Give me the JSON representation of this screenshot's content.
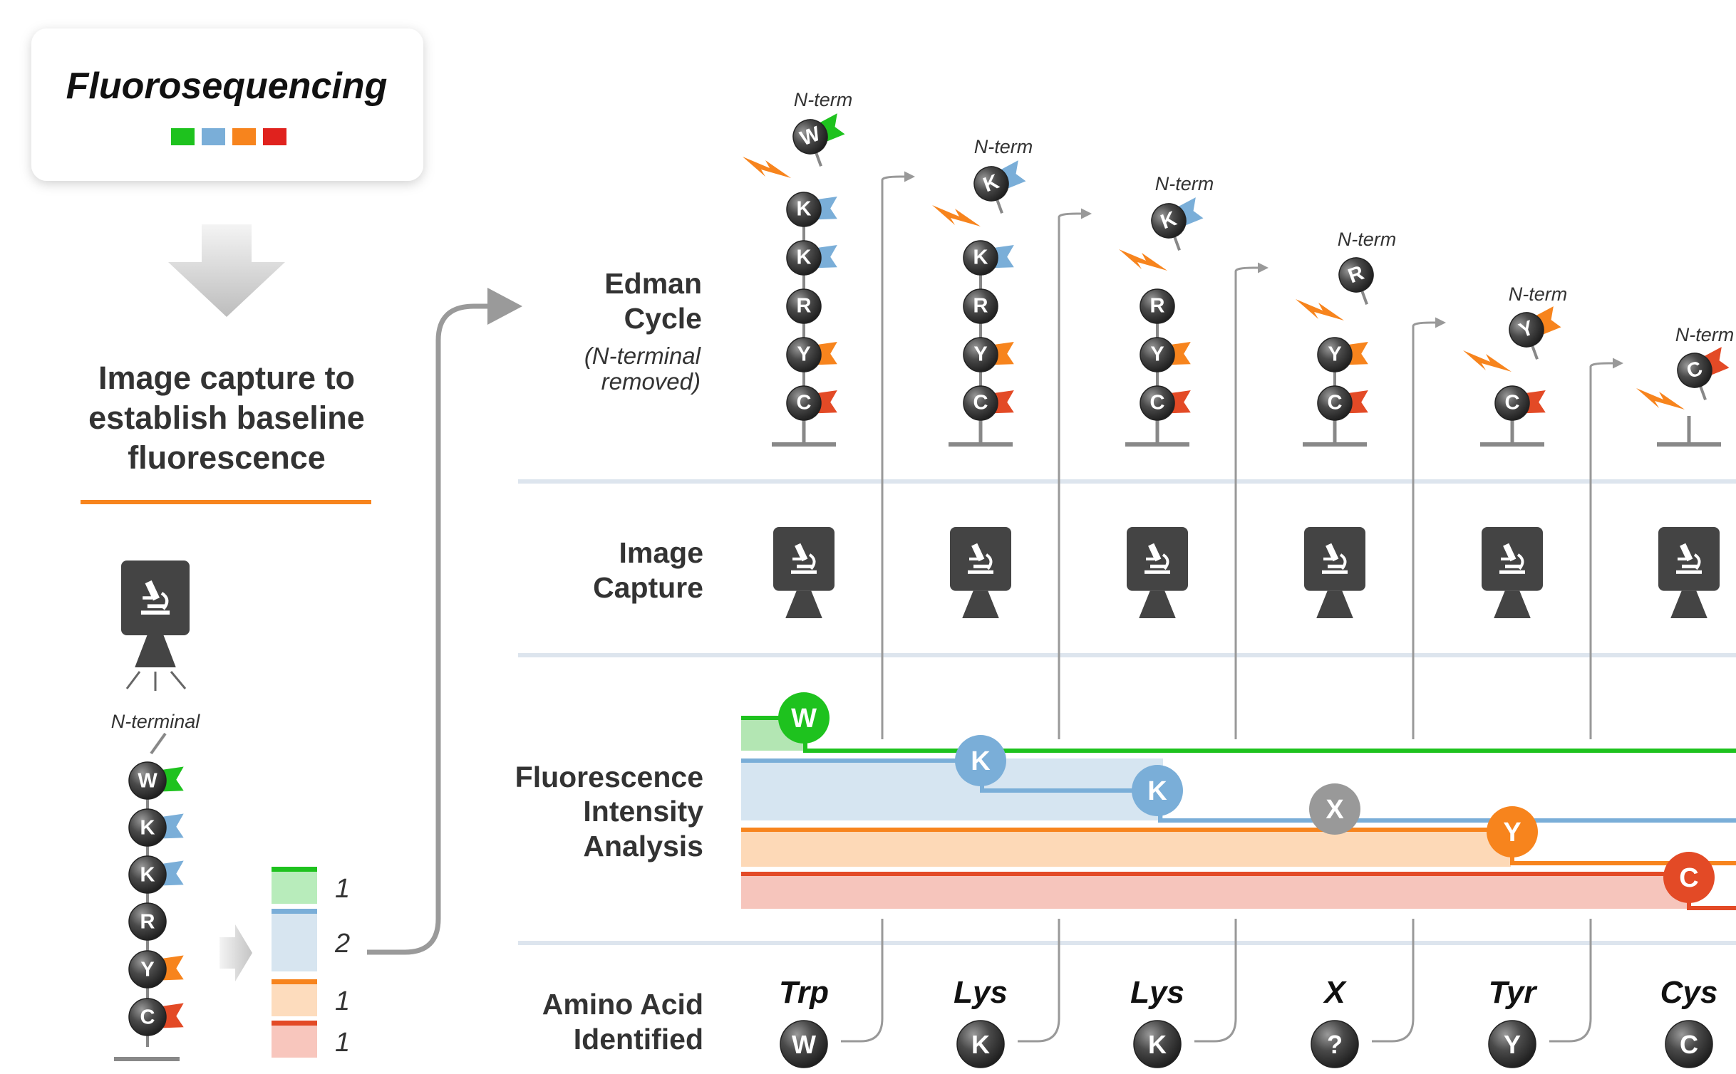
{
  "title": "Fluorosequencing",
  "legend_colors": [
    "#1ec21e",
    "#7aaed8",
    "#f7841d",
    "#e0221e"
  ],
  "colors": {
    "green": "#1ec21e",
    "blue": "#7aaed8",
    "orange": "#f7841d",
    "red": "#e34a26",
    "gray": "#999999",
    "bead_dark": "#3a3a3a"
  },
  "caption_lines": [
    "Image capture to",
    "establish baseline",
    "fluorescence"
  ],
  "baseline": {
    "n_terminal_label": "N-terminal",
    "peptide": [
      {
        "letter": "W",
        "flag": "green"
      },
      {
        "letter": "K",
        "flag": "blue"
      },
      {
        "letter": "K",
        "flag": "blue"
      },
      {
        "letter": "R",
        "flag": "none"
      },
      {
        "letter": "Y",
        "flag": "orange"
      },
      {
        "letter": "C",
        "flag": "red"
      }
    ],
    "counts": [
      {
        "value": "1",
        "color": "green"
      },
      {
        "value": "2",
        "color": "blue"
      },
      {
        "value": "1",
        "color": "orange"
      },
      {
        "value": "1",
        "color": "red"
      }
    ]
  },
  "row_labels": {
    "edman": [
      "Edman",
      "Cycle"
    ],
    "edman_sub": [
      "(N-terminal",
      "removed)"
    ],
    "image_capture": [
      "Image",
      "Capture"
    ],
    "fluorescence": [
      "Fluorescence",
      "Intensity",
      "Analysis"
    ],
    "amino_acid": [
      "Amino Acid",
      "Identified"
    ]
  },
  "cycles": [
    {
      "n_term_label": "N-term",
      "removed": "W",
      "remaining": [
        "K",
        "K",
        "R",
        "Y",
        "C"
      ],
      "identified_name": "Trp",
      "identified_letter": "W",
      "intensity_letter": "W",
      "intensity_color": "green"
    },
    {
      "n_term_label": "N-term",
      "removed": "K",
      "remaining": [
        "K",
        "R",
        "Y",
        "C"
      ],
      "identified_name": "Lys",
      "identified_letter": "K",
      "intensity_letter": "K",
      "intensity_color": "blue"
    },
    {
      "n_term_label": "N-term",
      "removed": "K",
      "remaining": [
        "R",
        "Y",
        "C"
      ],
      "identified_name": "Lys",
      "identified_letter": "K",
      "intensity_letter": "K",
      "intensity_color": "blue"
    },
    {
      "n_term_label": "N-term",
      "removed": "R",
      "remaining": [
        "Y",
        "C"
      ],
      "identified_name": "X",
      "identified_letter": "?",
      "intensity_letter": "X",
      "intensity_color": "gray"
    },
    {
      "n_term_label": "N-term",
      "removed": "Y",
      "remaining": [
        "C"
      ],
      "identified_name": "Tyr",
      "identified_letter": "Y",
      "intensity_letter": "Y",
      "intensity_color": "orange"
    },
    {
      "n_term_label": "N-term",
      "removed": "C",
      "remaining": [],
      "identified_name": "Cys",
      "identified_letter": "C",
      "intensity_letter": "C",
      "intensity_color": "red"
    }
  ],
  "flag_map": {
    "W": "green",
    "K": "blue",
    "R": "none",
    "Y": "orange",
    "C": "red"
  }
}
